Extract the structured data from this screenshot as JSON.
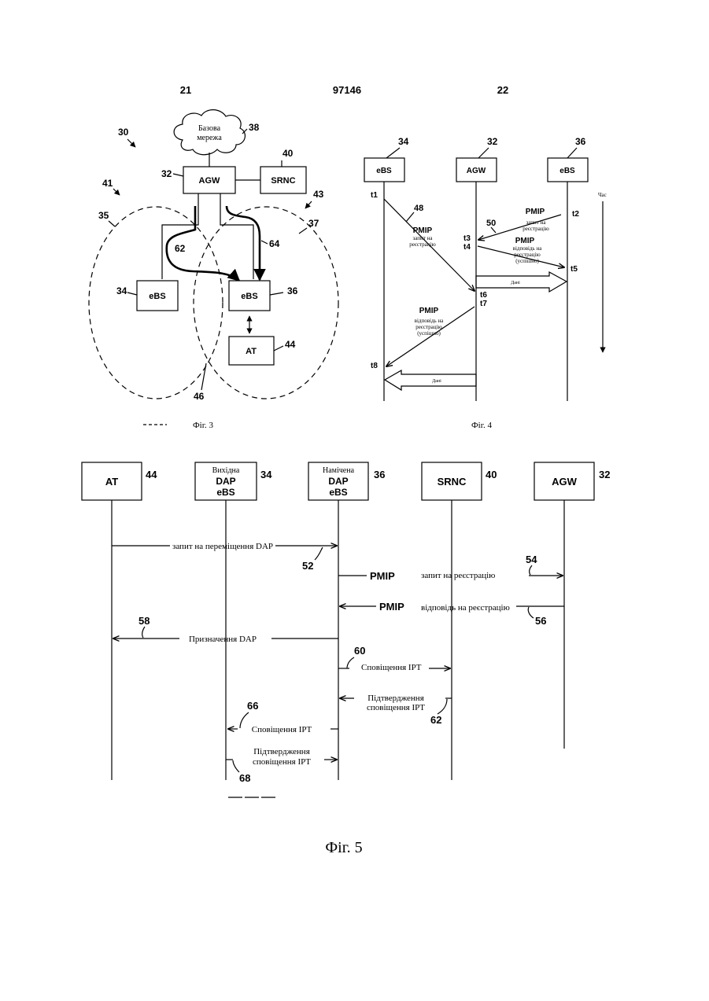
{
  "header": {
    "page_left": "21",
    "patent_number": "97146",
    "page_right": "22"
  },
  "fig3": {
    "caption": "Фіг. 3",
    "cloud": "Базова\nмережа",
    "agw": "AGW",
    "srnc": "SRNC",
    "ebs_left": "eBS",
    "ebs_right": "eBS",
    "at": "AT",
    "refs": {
      "network": "30",
      "cloud": "38",
      "agw": "32",
      "srnc": "40",
      "cell_left": "41",
      "cell_right": "43",
      "circle_left": "35",
      "circle_right": "37",
      "path_a": "62",
      "path_b": "64",
      "ebs_left": "34",
      "ebs_right": "36",
      "at": "44",
      "overlap": "46"
    }
  },
  "fig4": {
    "caption": "Фіг. 4",
    "lifelines": [
      {
        "label": "eBS",
        "ref": "34"
      },
      {
        "label": "AGW",
        "ref": "32"
      },
      {
        "label": "eBS",
        "ref": "36"
      }
    ],
    "time_label": "Час",
    "t": [
      "t1",
      "t2",
      "t3",
      "t4",
      "t5",
      "t6",
      "t7",
      "t8"
    ],
    "ref_48": "48",
    "ref_50": "50",
    "pmip": "PMIP",
    "reg_request": "запит на\nреєстрацію",
    "reg_reply_success": "відповідь на\nреєстрацію\n(успішно)",
    "data": "Дані"
  },
  "fig5": {
    "caption": "Фіг. 5",
    "lifelines": [
      {
        "label": "AT",
        "ref": "44"
      },
      {
        "label_small": "Вихідна",
        "label": "DAP\neBS",
        "ref": "34"
      },
      {
        "label_small": "Намічена",
        "label": "DAP\neBS",
        "ref": "36"
      },
      {
        "label": "SRNC",
        "ref": "40"
      },
      {
        "label": "AGW",
        "ref": "32"
      }
    ],
    "messages": {
      "m52": {
        "text": "запит на переміщення DAP",
        "ref": "52"
      },
      "m54": {
        "prefix": "PMIP",
        "text": "запит на реєстрацію",
        "ref": "54"
      },
      "m56": {
        "prefix": "PMIP",
        "text": "відповідь на реєстрацію",
        "ref": "56"
      },
      "m58": {
        "text": "Призначення DAP",
        "ref": "58"
      },
      "m60": {
        "text": "Сповіщення IPT",
        "ref": "60"
      },
      "m62": {
        "text": "Підтвердження\nсповіщення IPT",
        "ref": "62"
      },
      "m66": {
        "text": "Сповіщення IPT",
        "ref": "66"
      },
      "m68": {
        "text": "Підтвердження\nсповіщення IPT",
        "ref": "68"
      }
    }
  }
}
